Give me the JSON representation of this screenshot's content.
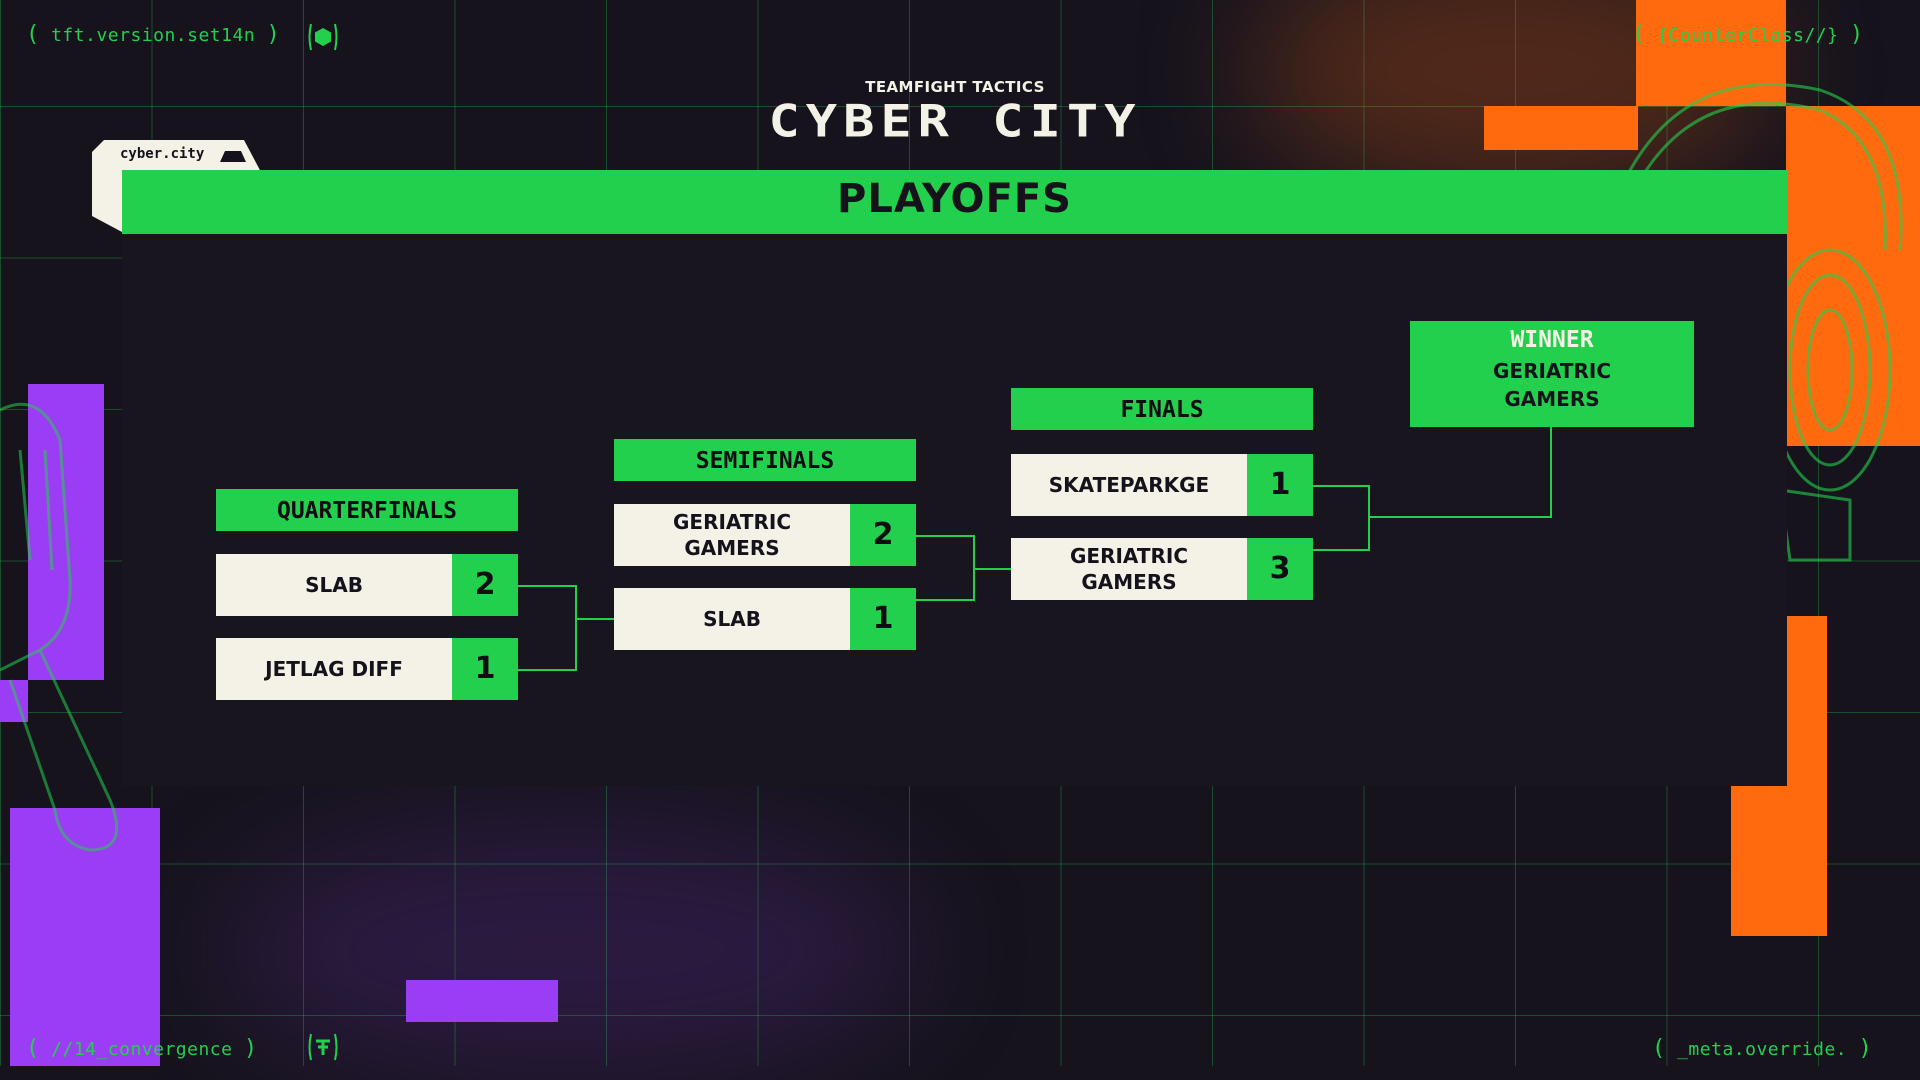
{
  "corners": {
    "top_left": "tft.version.set14n",
    "top_right": "{CounterClass//}",
    "bottom_left": "//14_convergence",
    "bottom_right": "_meta.override."
  },
  "logo": {
    "subtitle": "TEAMFIGHT TACTICS",
    "title": "CYBER CITY"
  },
  "panel": {
    "tab_label": "cyber.city",
    "title": "PLAYOFFS"
  },
  "bracket": {
    "rounds": [
      {
        "label": "QUARTERFINALS",
        "teams": [
          {
            "name": "SLAB",
            "score": "2"
          },
          {
            "name": "JETLAG DIFF",
            "score": "1"
          }
        ]
      },
      {
        "label": "SEMIFINALS",
        "teams": [
          {
            "name": "GERIATRIC GAMERS",
            "score": "2"
          },
          {
            "name": "SLAB",
            "score": "1"
          }
        ]
      },
      {
        "label": "FINALS",
        "teams": [
          {
            "name": "SKATEPARKGE",
            "score": "1"
          },
          {
            "name": "GERIATRIC GAMERS",
            "score": "3"
          }
        ]
      }
    ],
    "winner": {
      "label": "WINNER",
      "name": "GERIATRIC GAMERS"
    }
  },
  "colors": {
    "accent_green": "#23d04e",
    "background": "#16131d",
    "panel": "#18151f",
    "cream": "#f4f1e6",
    "orange": "#ff6a0f",
    "purple": "#9b3df5"
  },
  "icons": [
    "hexagon-icon",
    "triangle-logo-icon",
    "tab-marker-icon"
  ]
}
